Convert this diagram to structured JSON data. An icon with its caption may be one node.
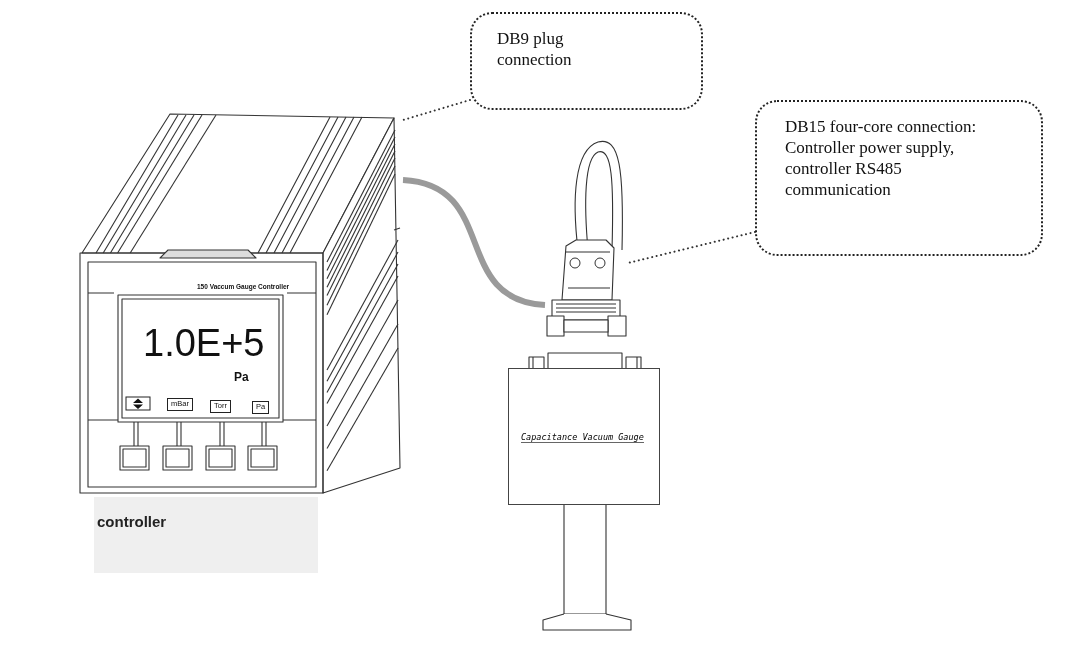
{
  "diagram": {
    "nodes": [
      {
        "text": [
          "DB9 plug connection"
        ]
      },
      {
        "text": [
          "DB15 four-core connection: Controller power supply, controller RS485 communication"
        ]
      },
      {
        "text": [],
        "shape": "picture"
      },
      {
        "text": [],
        "shape": "picture"
      },
      {
        "text": [
          "Capacitance Vacuum Gauge"
        ]
      },
      {
        "text": [
          "controller"
        ]
      }
    ],
    "edges": [
      {
        "from": 0,
        "to": 2,
        "arrow": "none",
        "style": "dashed"
      },
      {
        "from": 1,
        "to": 3,
        "arrow": "none",
        "style": "dashed"
      },
      {
        "from": 2,
        "to": 3,
        "arrow": "none",
        "style": "thick",
        "color": "#9a9a9a"
      }
    ],
    "labels": [
      "150 Vaccum Gauge Controller",
      "1.0E+5",
      "Pa",
      "mBar",
      "Torr",
      "Pa"
    ]
  }
}
